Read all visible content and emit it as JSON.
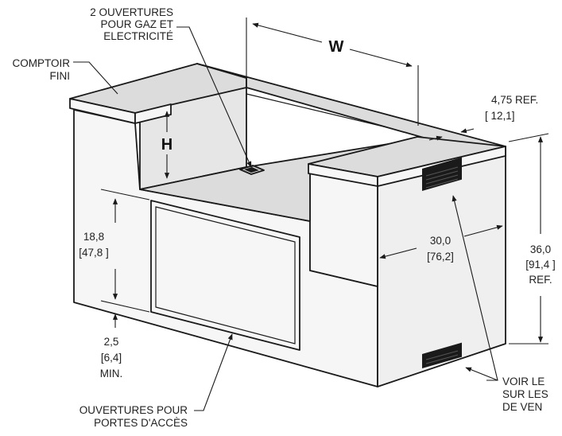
{
  "labels": {
    "openings_gas_elec": [
      "2 OUVERTURES",
      "POUR GAZ ET",
      "ELECTRICITÉ"
    ],
    "finished_counter": [
      "COMPTOIR",
      "FINI"
    ],
    "width_letter": "W",
    "height_letter": "H",
    "top_depth": [
      "4,75 REF.",
      "[ 12,1]"
    ],
    "opening_height": [
      "18,8",
      "[47,8 ]"
    ],
    "side_depth": [
      "30,0",
      "[76,2]"
    ],
    "total_height": [
      "36,0",
      "[91,4 ]",
      "REF."
    ],
    "min_clearance": [
      "2,5",
      "[6,4]",
      "MIN."
    ],
    "access_doors": [
      "OUVERTURES POUR",
      "PORTES D'ACCÈS"
    ],
    "vents_note": [
      "VOIR LE",
      "SUR LES",
      "DE VEN"
    ]
  },
  "colors": {
    "line": "#1a1a1a",
    "vent": "#1a1a1a"
  }
}
